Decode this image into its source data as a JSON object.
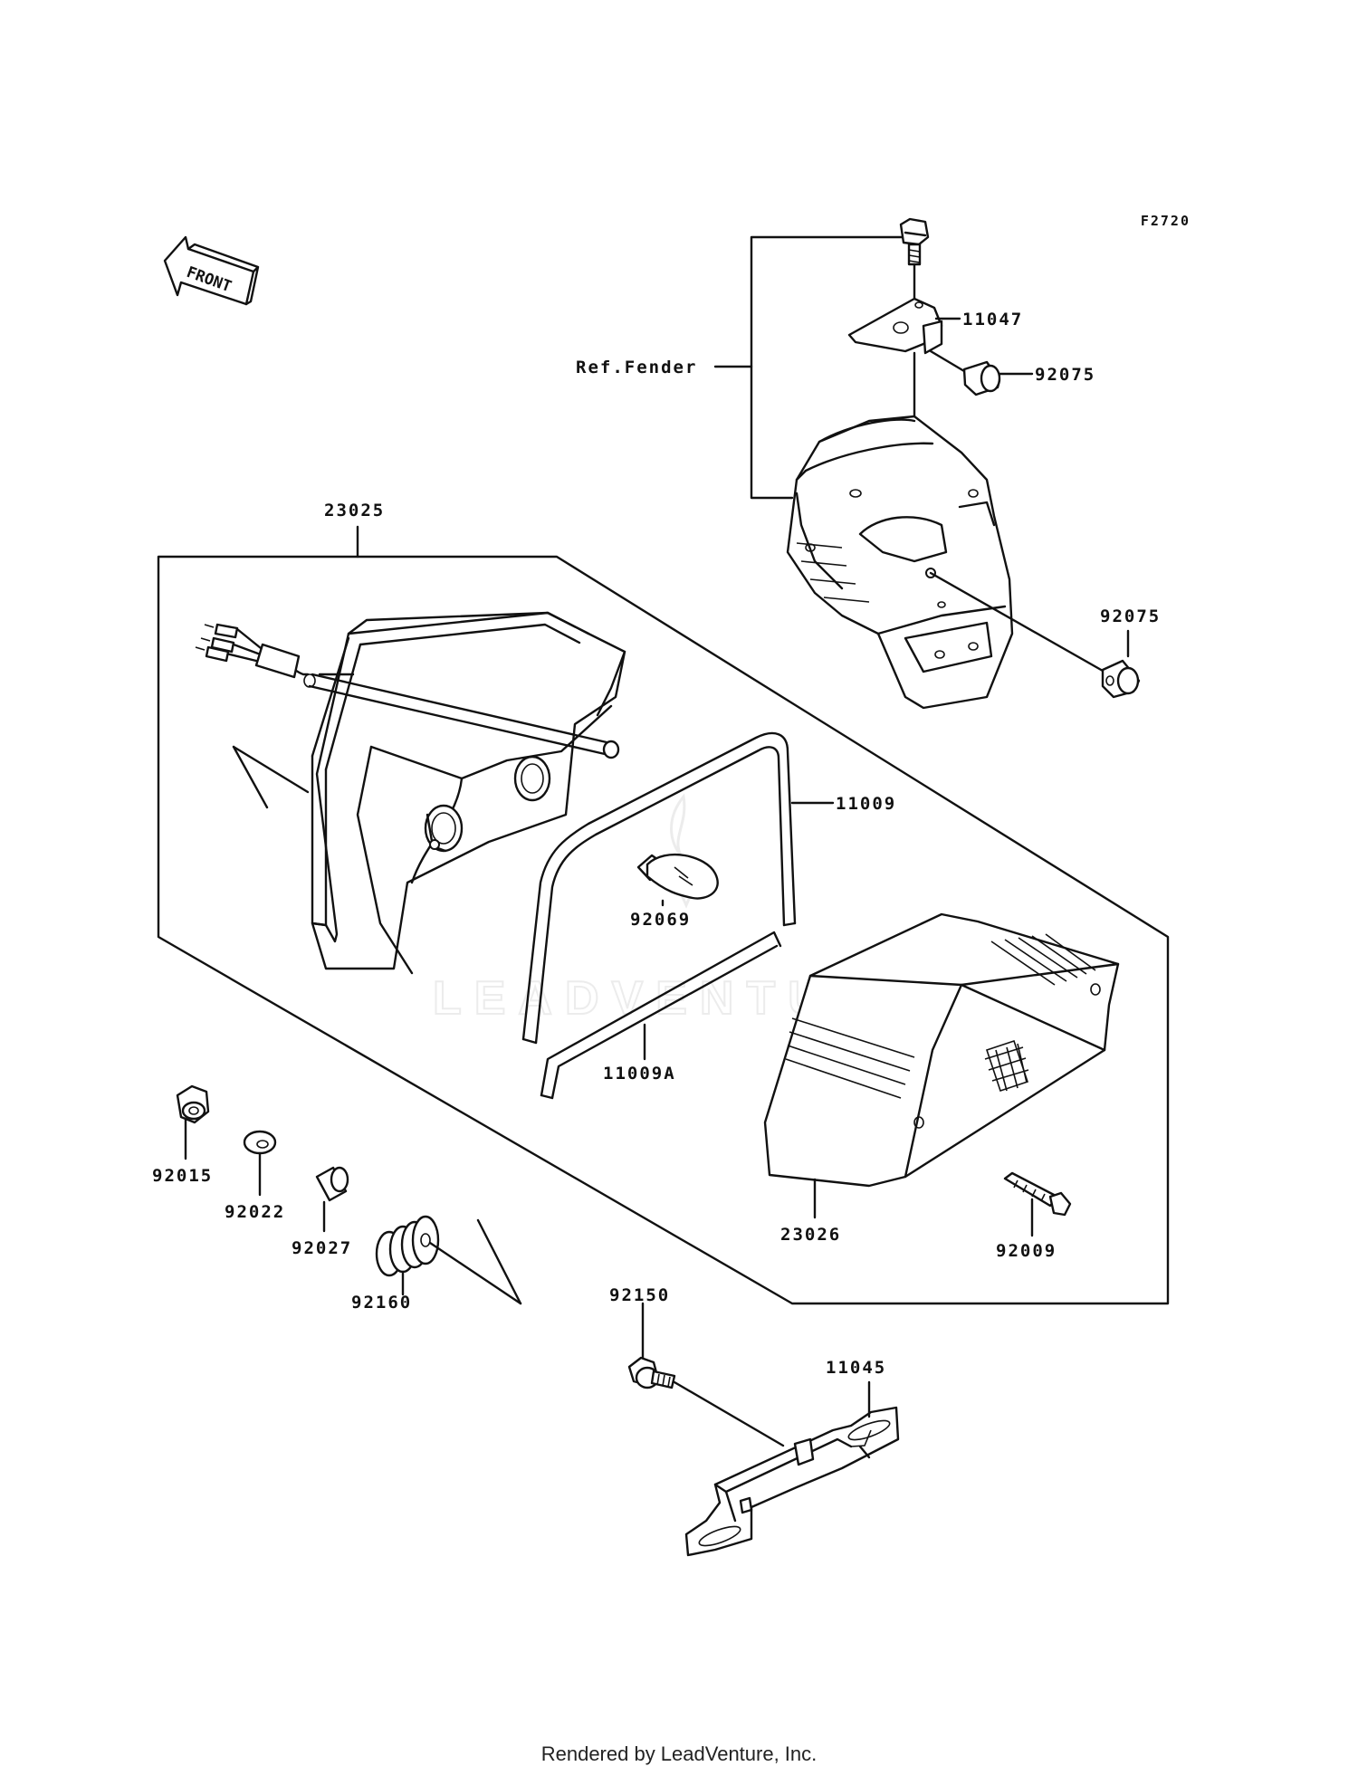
{
  "diagram_code": "F2720",
  "front_label": "FRONT",
  "ref_label": "Ref.Fender",
  "parts": {
    "p11047": "11047",
    "p92075_top": "92075",
    "p92075_side": "92075",
    "p23025": "23025",
    "p11009": "11009",
    "p92069": "92069",
    "p11009A": "11009A",
    "p23026": "23026",
    "p92009": "92009",
    "p92015": "92015",
    "p92022": "92022",
    "p92027": "92027",
    "p92160": "92160",
    "p92150": "92150",
    "p11045": "11045"
  },
  "watermark": "LEADVENTURE",
  "footer": "Rendered by LeadVenture, Inc."
}
